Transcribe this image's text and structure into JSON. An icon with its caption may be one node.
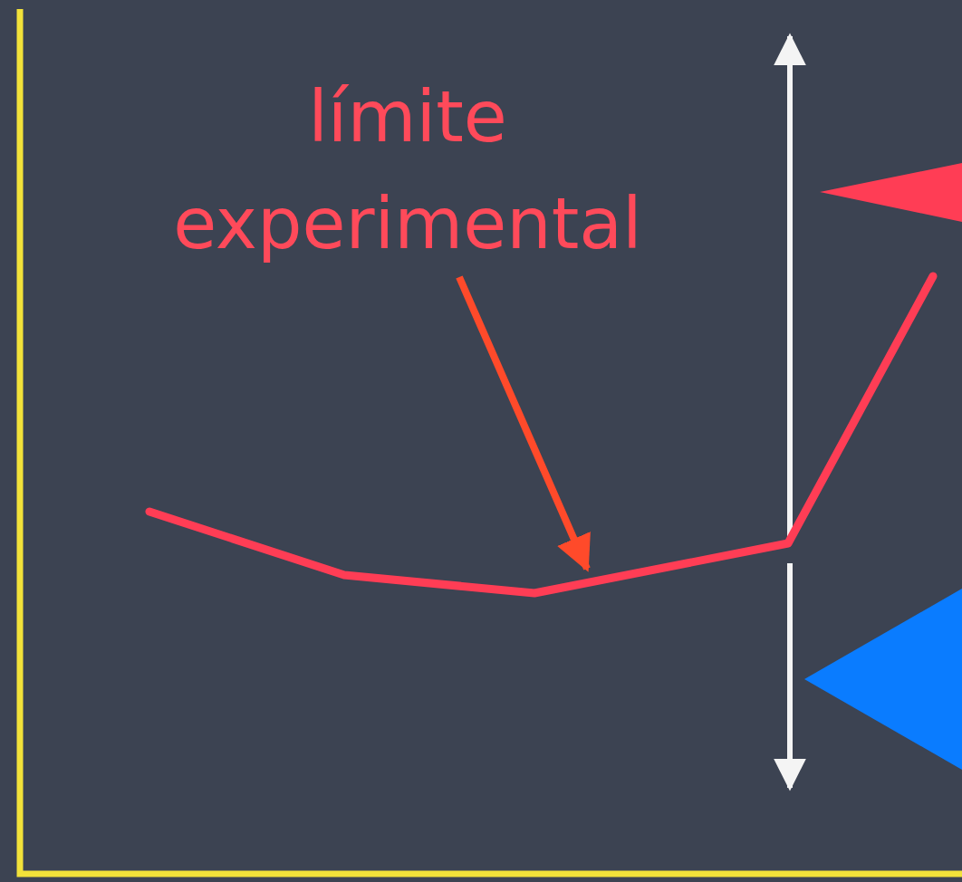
{
  "diagram": {
    "nodes": [
      {
        "text": [
          "límite experimental"
        ]
      },
      {
        "text": [],
        "shape": "line"
      },
      {
        "text": [],
        "shape": "triangle"
      },
      {
        "text": [],
        "shape": "triangle"
      }
    ],
    "edges": [
      {
        "from": 0,
        "to": 1,
        "arrow": "to"
      }
    ]
  }
}
